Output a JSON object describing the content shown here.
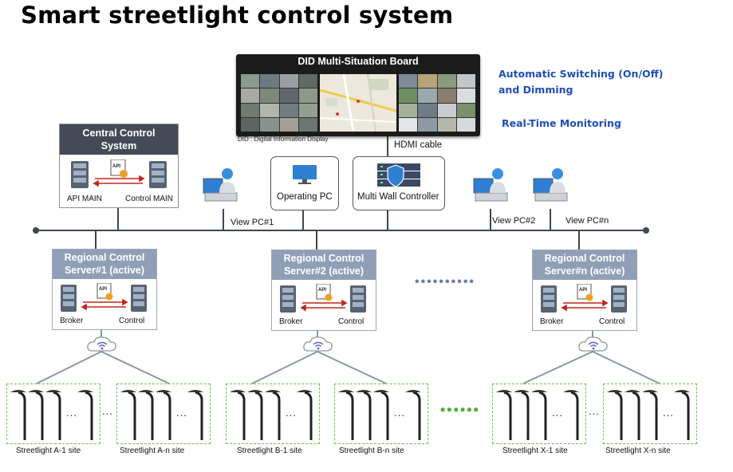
{
  "title": "Smart streetlight control system",
  "did_board": {
    "title": "DID Multi-Situation Board",
    "note": "DID : Digital Information Display",
    "cable": "HDMI cable"
  },
  "features": {
    "line1": "Automatic Switching (On/Off)",
    "line2": "and Dimming",
    "line3": "Real-Time Monitoring"
  },
  "central": {
    "title_line1": "Central Control",
    "title_line2": "System",
    "left_label": "API MAIN",
    "right_label": "Control MAIN",
    "api_text": "API"
  },
  "operating_pc": {
    "label": "Operating PC"
  },
  "wall_controller": {
    "label": "Multi Wall Controller"
  },
  "view_pcs": [
    "View PC#1",
    "View PC#2",
    "View PC#n"
  ],
  "regionals": [
    {
      "title_line1": "Regional Control",
      "title_line2": "Server#1 (active)",
      "left_label": "Broker",
      "right_label": "Control"
    },
    {
      "title_line1": "Regional Control",
      "title_line2": "Server#2 (active)",
      "left_label": "Broker",
      "right_label": "Control"
    },
    {
      "title_line1": "Regional Control",
      "title_line2": "Server#n (active)",
      "left_label": "Broker",
      "right_label": "Control"
    }
  ],
  "sites": [
    "Streetlight A-1 site",
    "Streetlight A-n site",
    "Streetlight B-1 site",
    "Streetlight B-n site",
    "Streetlight X-1 site",
    "Streetlight X-n site"
  ],
  "ellipsis": "...",
  "colors": {
    "central_header": "#444b57",
    "regional_header": "#8fa0b6",
    "feature_text": "#1f4fb3",
    "site_border": "#6fbf4d",
    "arrow": "#c0261d",
    "bus": "#3f4654"
  }
}
